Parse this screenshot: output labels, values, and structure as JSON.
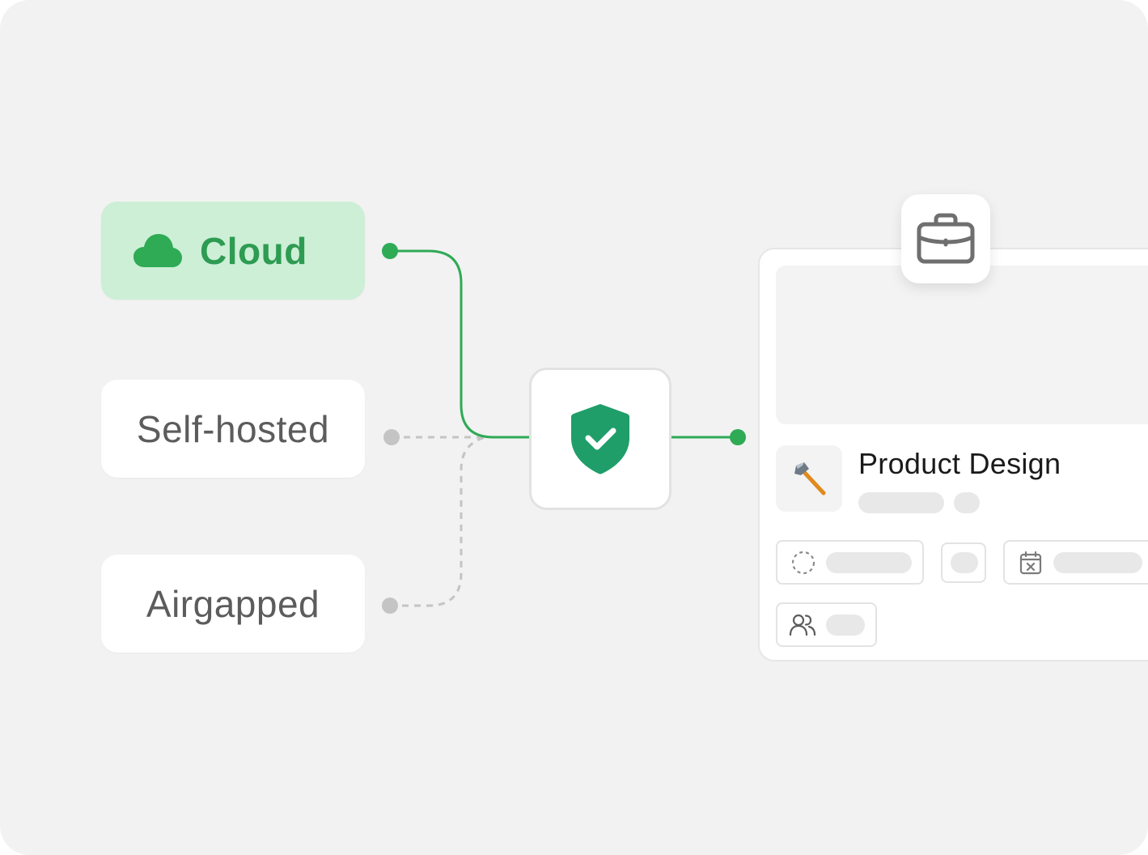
{
  "deployment_options": [
    {
      "label": "Cloud",
      "icon": "cloud-icon",
      "state": "selected"
    },
    {
      "label": "Self-hosted",
      "state": "unselected"
    },
    {
      "label": "Airgapped",
      "state": "unselected"
    }
  ],
  "security_node": {
    "icon": "shield-check-icon"
  },
  "project_card": {
    "title": "Product Design",
    "header_icon": "briefcase-icon",
    "project_icon": "axe-icon",
    "property_icons": [
      "status-circle-icon",
      "calendar-x-icon",
      "members-icon"
    ]
  },
  "colors": {
    "accent_green": "#2faa55",
    "selected_bg": "#ccefd6",
    "shield_green": "#1f9e6a",
    "inactive_gray": "#c4c4c4"
  }
}
